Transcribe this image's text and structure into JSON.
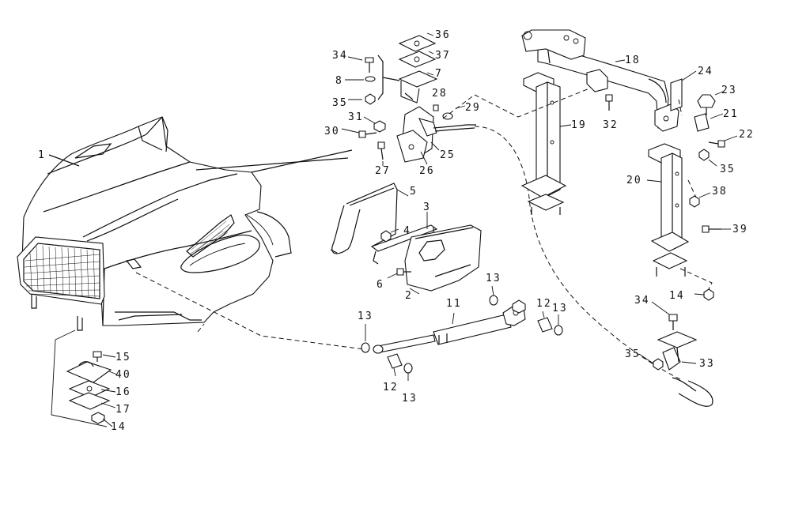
{
  "callouts": {
    "c1": "1",
    "c2": "2",
    "c3": "3",
    "c4": "4",
    "c5": "5",
    "c6": "6",
    "c7": "7",
    "c8": "8",
    "c11": "11",
    "c12a": "12",
    "c12b": "12",
    "c13a": "13",
    "c13b": "13",
    "c13c": "13",
    "c13d": "13",
    "c14a": "14",
    "c14b": "14",
    "c15": "15",
    "c16": "16",
    "c17": "17",
    "c18": "18",
    "c19": "19",
    "c20": "20",
    "c21": "21",
    "c22": "22",
    "c23": "23",
    "c24": "24",
    "c25": "25",
    "c26": "26",
    "c27": "27",
    "c28": "28",
    "c29": "29",
    "c30": "30",
    "c31": "31",
    "c32": "32",
    "c33": "33",
    "c34a": "34",
    "c34b": "34",
    "c35a": "35",
    "c35b": "35",
    "c35c": "35",
    "c36": "36",
    "c37": "37",
    "c38": "38",
    "c39": "39",
    "c40": "40"
  }
}
